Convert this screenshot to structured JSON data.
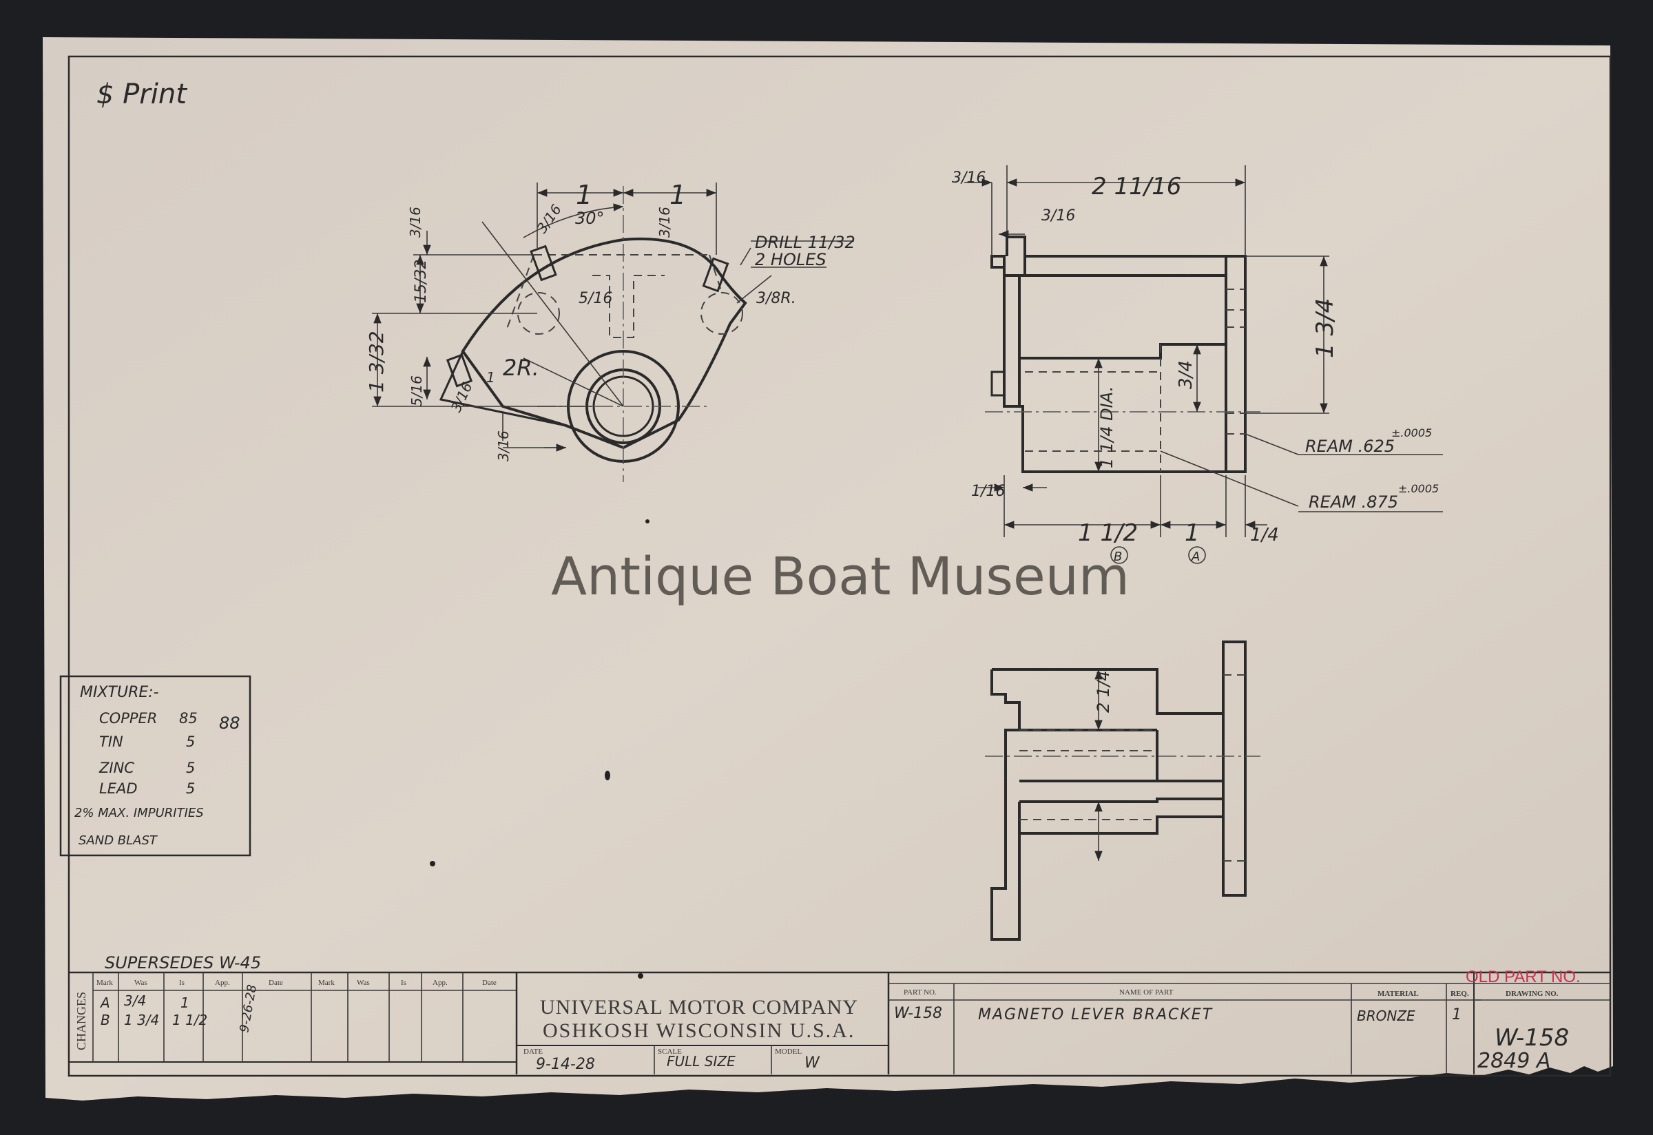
{
  "corner_note": "$ Print",
  "watermark": "Antique Boat Museum",
  "front_view": {
    "dims": {
      "top_left": "1",
      "top_right": "1",
      "angle": "30°",
      "d_3_16_a": "3/16",
      "d_3_16_b": "3/16",
      "d_3_16_c": "3/16",
      "d_15_32": "15/32",
      "d_5_16_center": "5/16",
      "d_1_3_32": "1 3/32",
      "d_2r": "2R.",
      "d_5_16_left": "5/16",
      "d_3_16_left": "3/16",
      "d_1_small": "1",
      "d_3_16_bottom": "3/16",
      "d_3_8r": "3/8R."
    },
    "drill_note_1": "DRILL 11/32",
    "drill_note_2": "2 HOLES"
  },
  "side_view": {
    "d_3_16_top": "3/16",
    "d_2_11_16": "2 11/16",
    "d_3_16_inner": "3/16",
    "d_1_3_4": "1 3/4",
    "d_3_4": "3/4",
    "d_1_1_4_dia": "1 1/4 DIA.",
    "d_1_16": "1/16",
    "d_1_1_2": "1 1/2",
    "d_1_bottom": "1",
    "d_1_4": "1/4",
    "mark_b": "B",
    "mark_a": "A",
    "ream_1": "REAM .625",
    "ream_1_tol": "±.0005",
    "ream_2": "REAM .875",
    "ream_2_tol": "±.0005"
  },
  "bottom_view": {
    "d_2_1_4": "2 1/4"
  },
  "mixture": {
    "title": "MIXTURE:-",
    "rows": [
      {
        "name": "COPPER",
        "value": "85"
      },
      {
        "name": "TIN",
        "value": "5"
      },
      {
        "name": "ZINC",
        "value": "5"
      },
      {
        "name": "LEAD",
        "value": "5"
      }
    ],
    "margin_note": "88",
    "impurities": "2% MAX. IMPURITIES",
    "finish": "SAND BLAST"
  },
  "supersedes": "SUPERSEDES W-45",
  "changes": {
    "side_label": "CHANGES",
    "headers": [
      "Mark",
      "Was",
      "Is",
      "App.",
      "Date"
    ],
    "rows": [
      {
        "mark": "A",
        "was": "3/4",
        "is": "1"
      },
      {
        "mark": "B",
        "was": "1 3/4",
        "is": "1 1/2"
      }
    ],
    "date": "9-26-28"
  },
  "title_block": {
    "company": "UNIVERSAL MOTOR COMPANY",
    "city": "OSHKOSH WISCONSIN U.S.A.",
    "date_label": "DATE",
    "date": "9-14-28",
    "scale_label": "SCALE",
    "scale": "FULL SIZE",
    "model_label": "MODEL",
    "model": "W",
    "part_no_label": "PART NO.",
    "part_no": "W-158",
    "name_label": "NAME OF PART",
    "name": "MAGNETO LEVER BRACKET",
    "material_label": "MATERIAL",
    "material": "BRONZE",
    "req_label": "REQ.",
    "req": "1",
    "drawing_label": "DRAWING NO.",
    "drawing_no": "W-158",
    "drawing_no_2": "2849 A",
    "old_part_stamp": "OLD PART NO."
  },
  "colors": {
    "paper": "#d9d0c6",
    "ink": "#2a2a2a",
    "stamp": "#c4344f",
    "background": "#1c1e21"
  }
}
